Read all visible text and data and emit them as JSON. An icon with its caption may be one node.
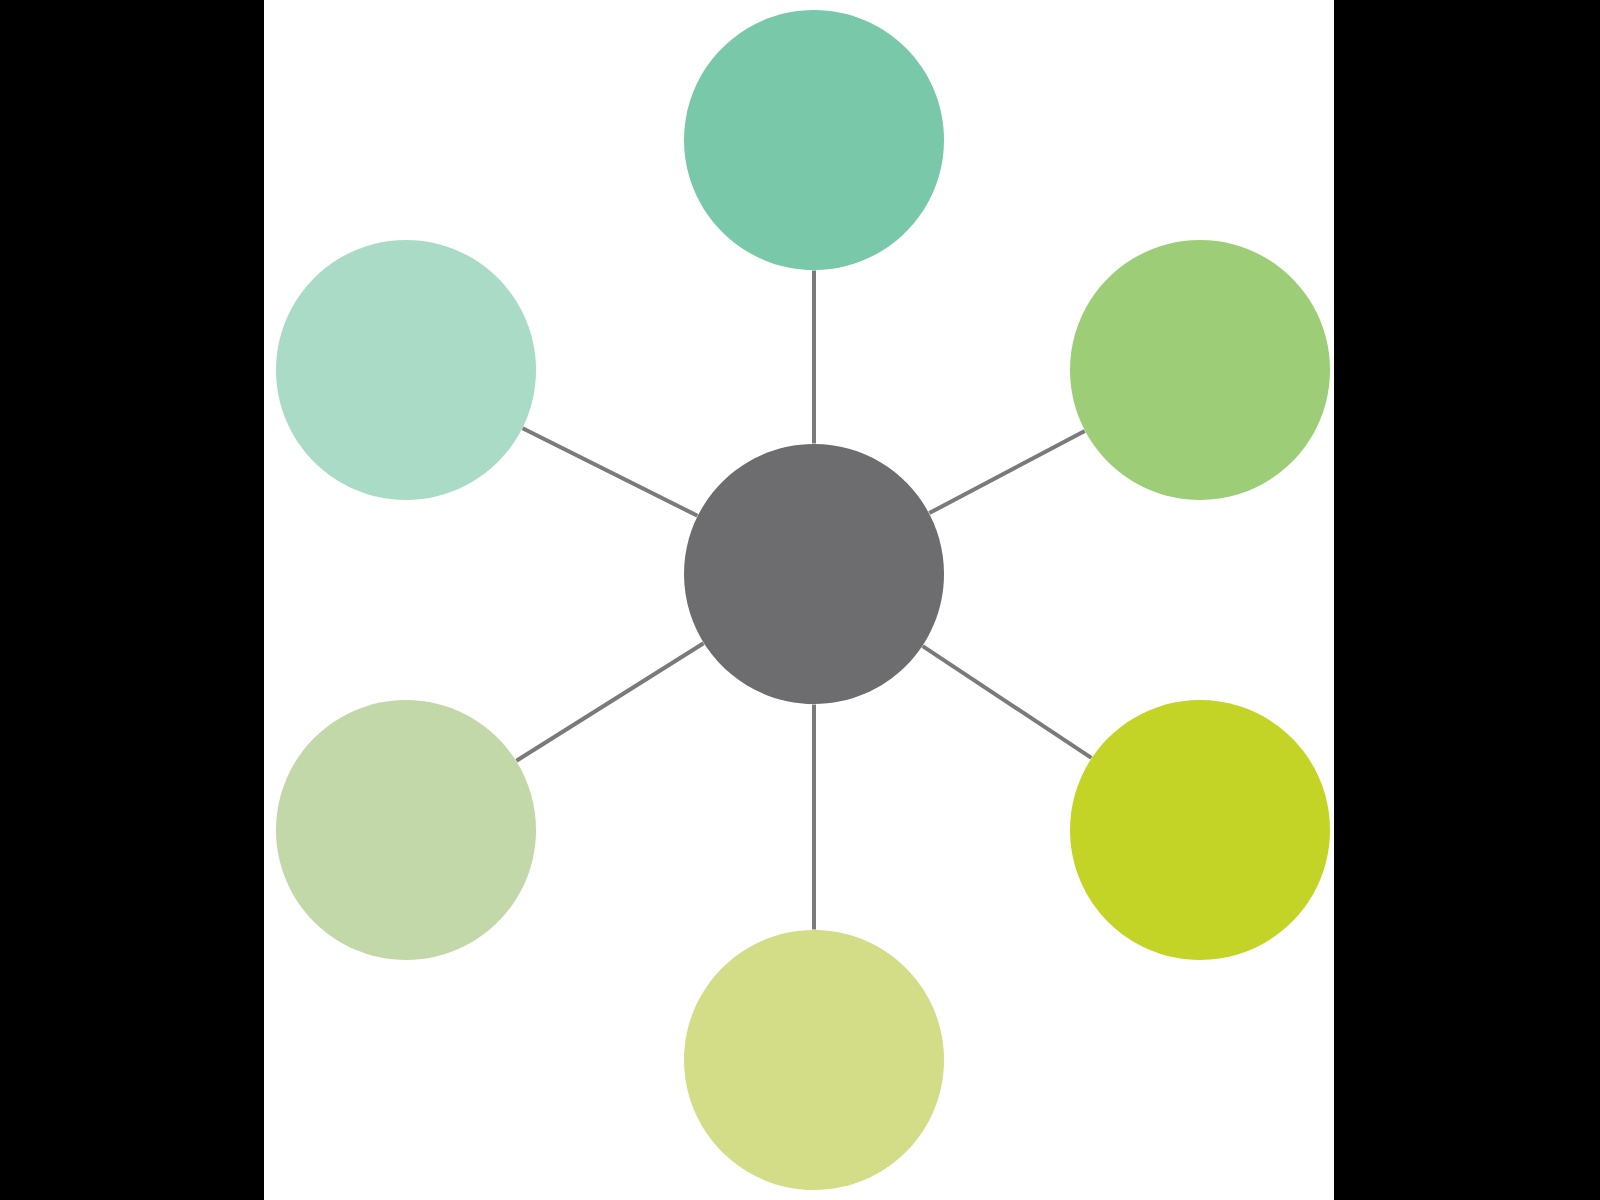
{
  "diagram": {
    "nodes": [
      {
        "text": [],
        "shape": "circle"
      },
      {
        "text": [],
        "shape": "circle"
      },
      {
        "text": [],
        "shape": "circle"
      },
      {
        "text": [],
        "shape": "circle"
      },
      {
        "text": [],
        "shape": "circle"
      },
      {
        "text": [],
        "shape": "circle"
      },
      {
        "text": [],
        "shape": "circle"
      }
    ],
    "edges": [
      {
        "from": 3,
        "to": 0,
        "arrow": "none"
      },
      {
        "from": 3,
        "to": 1,
        "arrow": "none"
      },
      {
        "from": 3,
        "to": 2,
        "arrow": "none"
      },
      {
        "from": 3,
        "to": 4,
        "arrow": "none"
      },
      {
        "from": 3,
        "to": 5,
        "arrow": "none"
      },
      {
        "from": 3,
        "to": 6,
        "arrow": "none"
      }
    ]
  }
}
